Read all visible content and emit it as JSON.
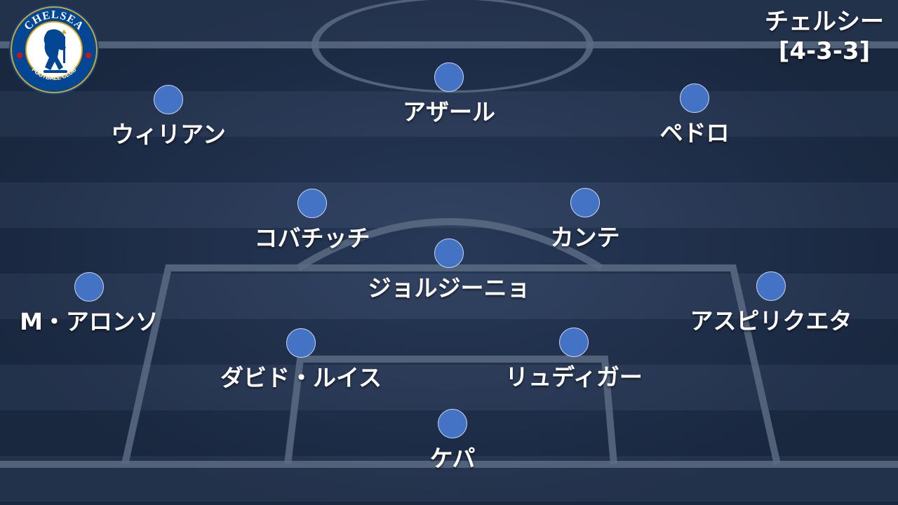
{
  "team": {
    "name": "チェルシー",
    "formation": "[4-3-3]"
  },
  "crest": {
    "top_text": "CHELSEA",
    "bottom_text": "FOOTBALL CLUB",
    "colors": {
      "blue": "#034694",
      "gold": "#dba111",
      "red": "#d11317"
    }
  },
  "colors": {
    "player_dot": "#4472c4",
    "pitch": "#1b2a44",
    "lines": "#5b6b82"
  },
  "players": [
    {
      "id": "hazard",
      "name": "アザール"
    },
    {
      "id": "willian",
      "name": "ウィリアン"
    },
    {
      "id": "pedro",
      "name": "ペドロ"
    },
    {
      "id": "kovacic",
      "name": "コバチッチ"
    },
    {
      "id": "kante",
      "name": "カンテ"
    },
    {
      "id": "jorginho",
      "name": "ジョルジーニョ"
    },
    {
      "id": "alonso",
      "name": "M・アロンソ"
    },
    {
      "id": "azpilicueta",
      "name": "アスピリクエタ"
    },
    {
      "id": "luiz",
      "name": "ダビド・ルイス"
    },
    {
      "id": "rudiger",
      "name": "リュディガー"
    },
    {
      "id": "kepa",
      "name": "ケパ"
    }
  ]
}
